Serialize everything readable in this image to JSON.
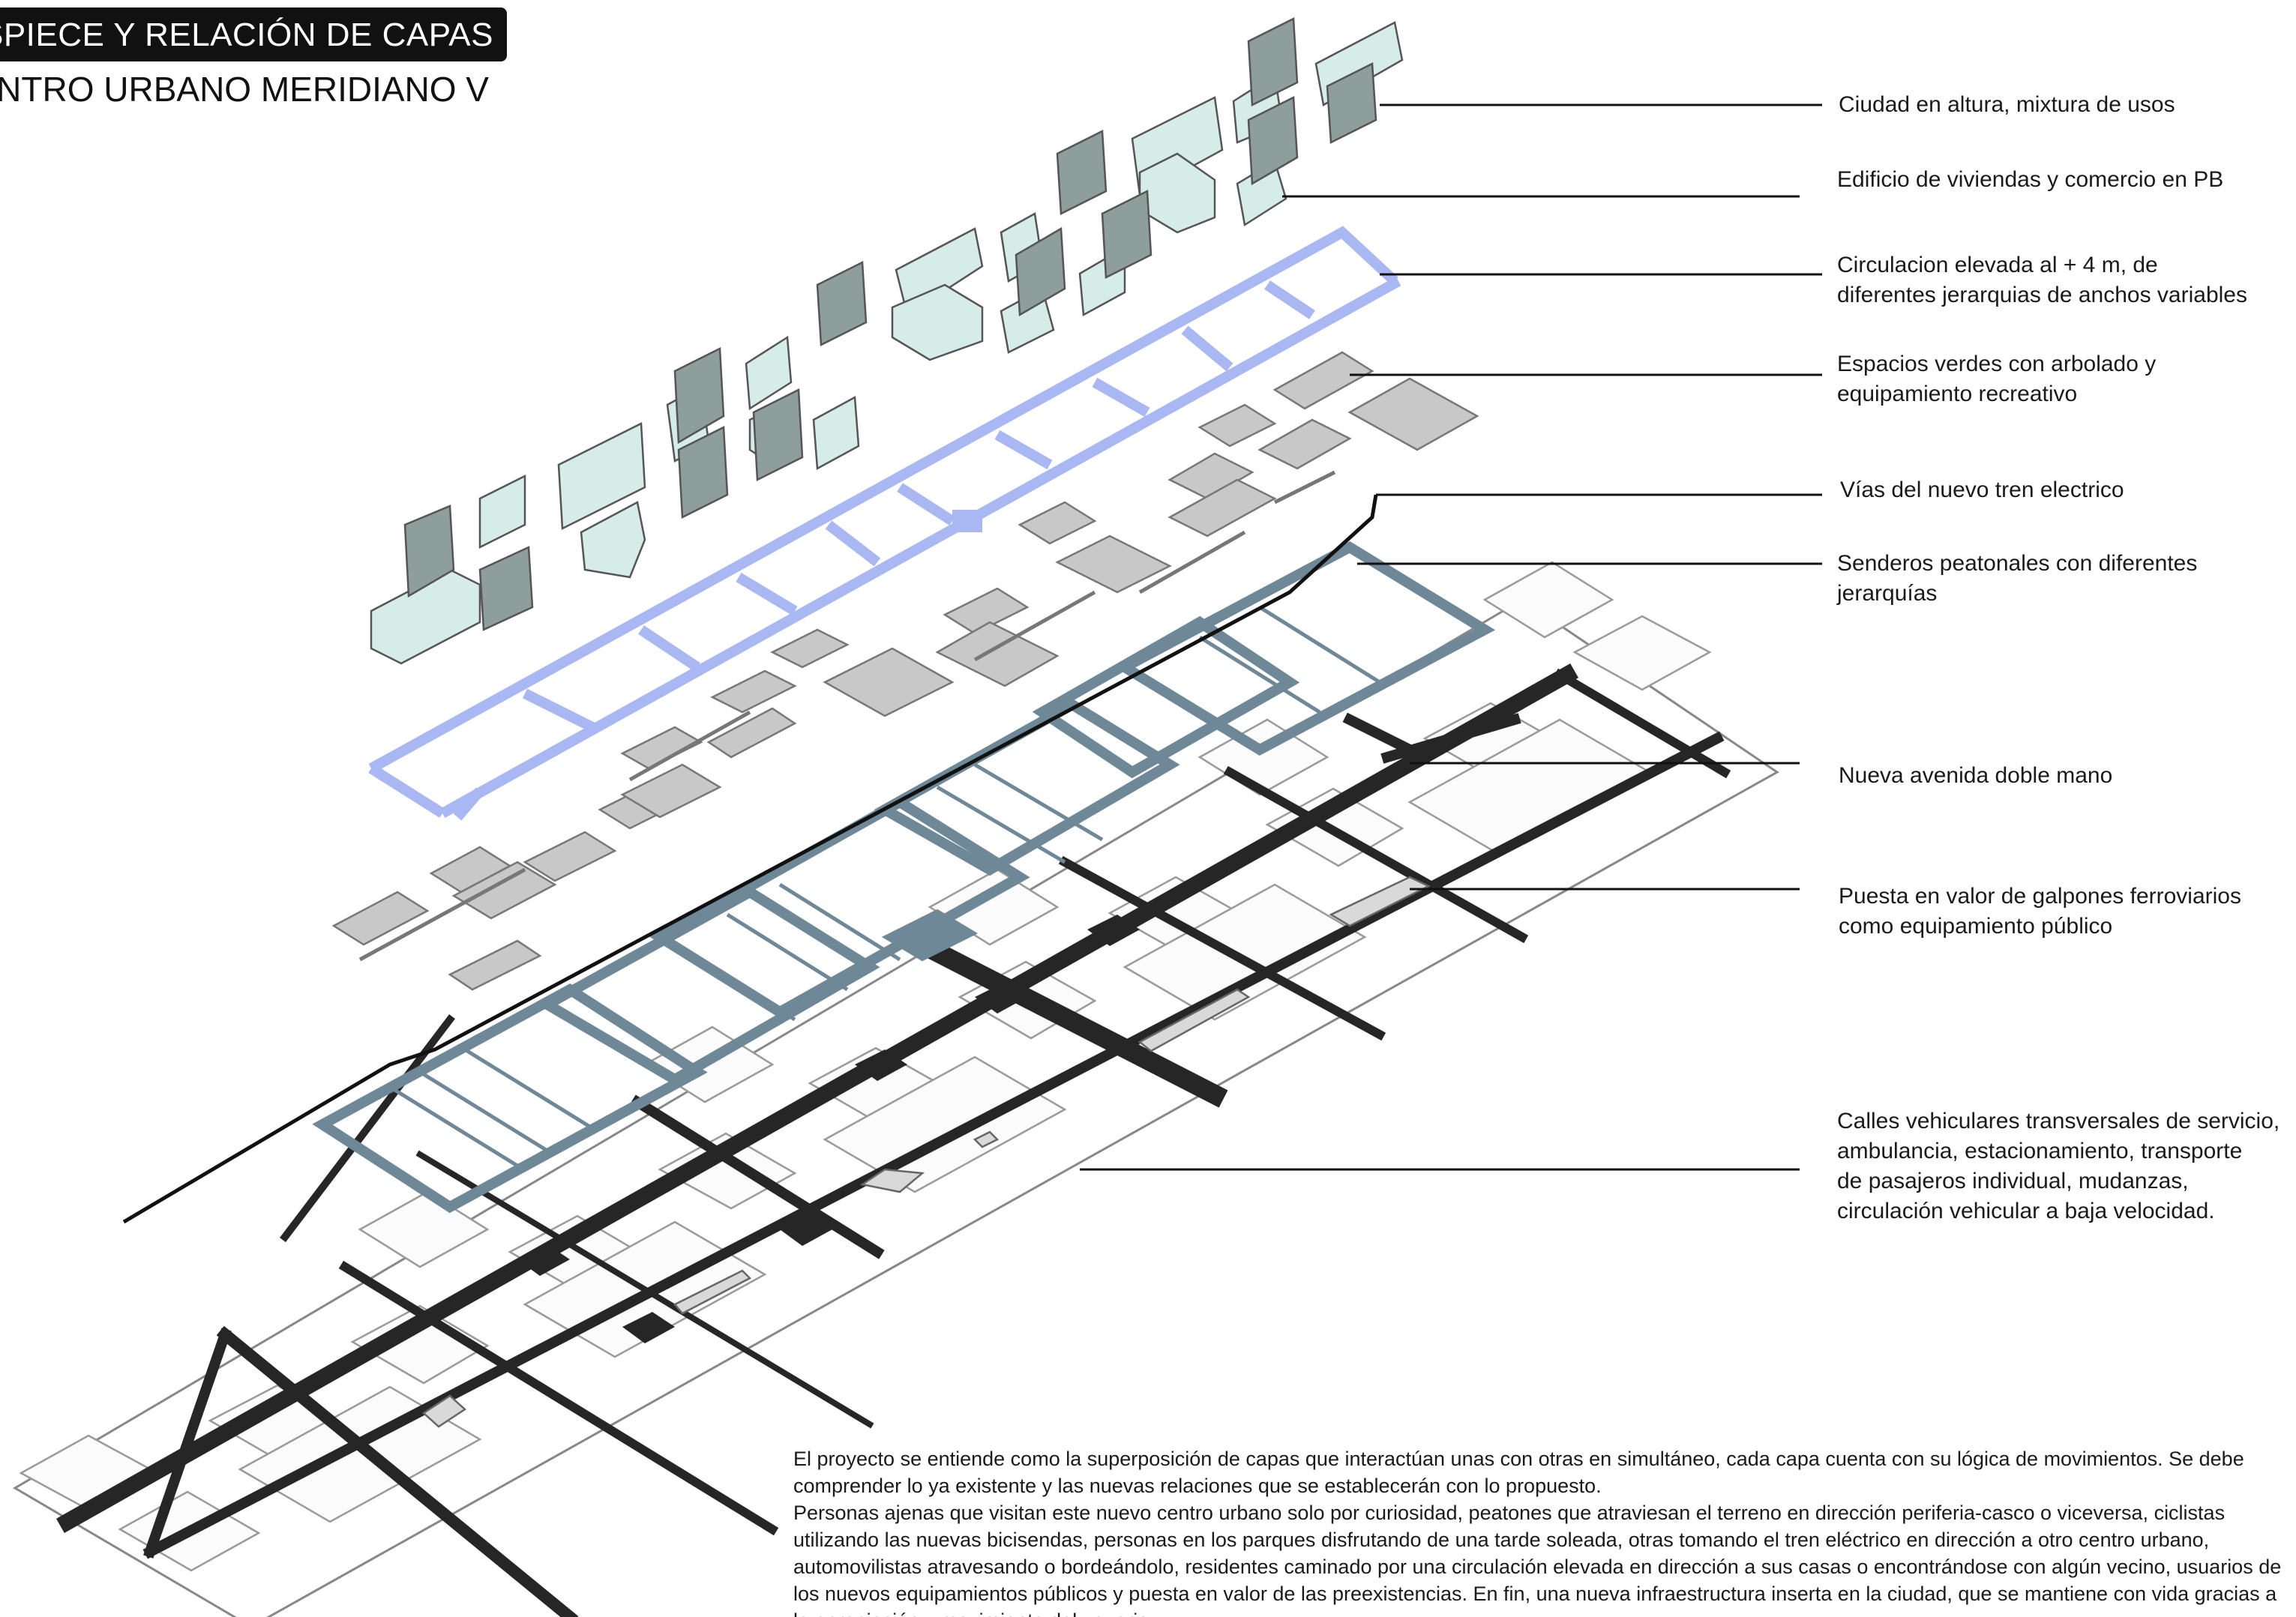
{
  "header": {
    "title": "DESPIECE Y RELACIÓN DE CAPAS",
    "subtitle": "CENTRO URBANO MERIDIANO V"
  },
  "layers": [
    {
      "id": "buildings",
      "label": "Ciudad en altura, mixtura de usos"
    },
    {
      "id": "housing",
      "label": "Edificio de viviendas y comercio en PB"
    },
    {
      "id": "elevated",
      "label": "Circulacion elevada al + 4 m, de\ndiferentes jerarquias de anchos variables"
    },
    {
      "id": "green",
      "label": "Espacios verdes con arbolado y\nequipamiento recreativo"
    },
    {
      "id": "rail",
      "label": "Vías del nuevo tren electrico"
    },
    {
      "id": "paths",
      "label": "Senderos peatonales con diferentes\njerarquías"
    },
    {
      "id": "avenue",
      "label": "Nueva avenida doble mano"
    },
    {
      "id": "sheds",
      "label": "Puesta en valor de galpones ferroviarios\ncomo equipamiento público"
    },
    {
      "id": "streets",
      "label": "Calles vehiculares transversales de servicio,\nambulancia, estacionamiento, transporte\nde pasajeros individual, mudanzas,\ncirculación vehicular a baja velocidad."
    }
  ],
  "description": {
    "paragraph1": "El proyecto se entiende como la superposición de capas que interactúan unas con otras en simultáneo, cada capa cuenta con su lógica de movimientos. Se debe comprender lo ya existente y las nuevas relaciones que se establecerán con lo propuesto.",
    "paragraph2": "Personas ajenas que visitan este nuevo centro urbano solo por curiosidad, peatones que atraviesan el terreno en dirección periferia-casco o viceversa, ciclistas utilizando las nuevas bicisendas, personas en los parques disfrutando de una tarde soleada, otras tomando el tren eléctrico en dirección a otro centro urbano, automovilistas atravesando o bordeándolo, residentes caminado por una circulación elevada en dirección a sus casas o encontrándose con algún vecino, usuarios de los nuevos equipamientos públicos y puesta en valor de las preexistencias. En fin, una nueva infraestructura inserta en la ciudad, que se mantiene con vida gracias a la apropiación y movimiento del usuario."
  },
  "colors": {
    "tower_dark": "#8e9e9a",
    "tower_light": "#d6ece9",
    "elevated": "#a9b8f3",
    "green_spaces": "#c8c8c8",
    "paths": "#6f8898",
    "roads": "#262626"
  }
}
